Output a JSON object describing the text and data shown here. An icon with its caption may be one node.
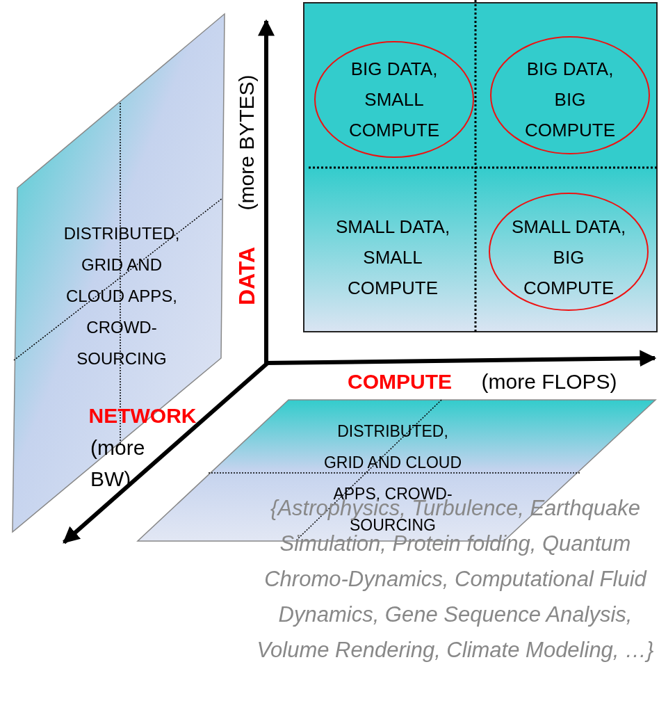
{
  "diagram": {
    "nodes": [
      {
        "text": [],
        "shape": "box"
      },
      {
        "text": [
          "BIG DATA, SMALL COMPUTE"
        ],
        "in": 0
      },
      {
        "text": [
          "BIG DATA, BIG COMPUTE"
        ],
        "in": 0
      },
      {
        "text": [
          "SMALL DATA, SMALL COMPUTE"
        ],
        "in": 0
      },
      {
        "text": [
          "SMALL DATA, BIG COMPUTE"
        ],
        "in": 0
      },
      {
        "text": [
          "DISTRIBUTED, GRID AND CLOUD APPS, CROWD-SOURCING"
        ]
      },
      {
        "text": [
          "DISTRIBUTED, GRID AND CLOUD APPS, CROWD-SOURCING"
        ]
      }
    ],
    "edges": [],
    "labels": [
      "(more BYTES)",
      "DATA",
      "COMPUTE",
      "(more FLOPS)",
      "NETWORK",
      "(more BW)",
      "{Astrophysics, Turbulence, Earthquake Simulation, Protein folding, Quantum Chromo-Dynamics, Computational Fluid Dynamics, Gene Sequence Analysis, Volume Rendering, Climate Modeling, …}"
    ]
  }
}
